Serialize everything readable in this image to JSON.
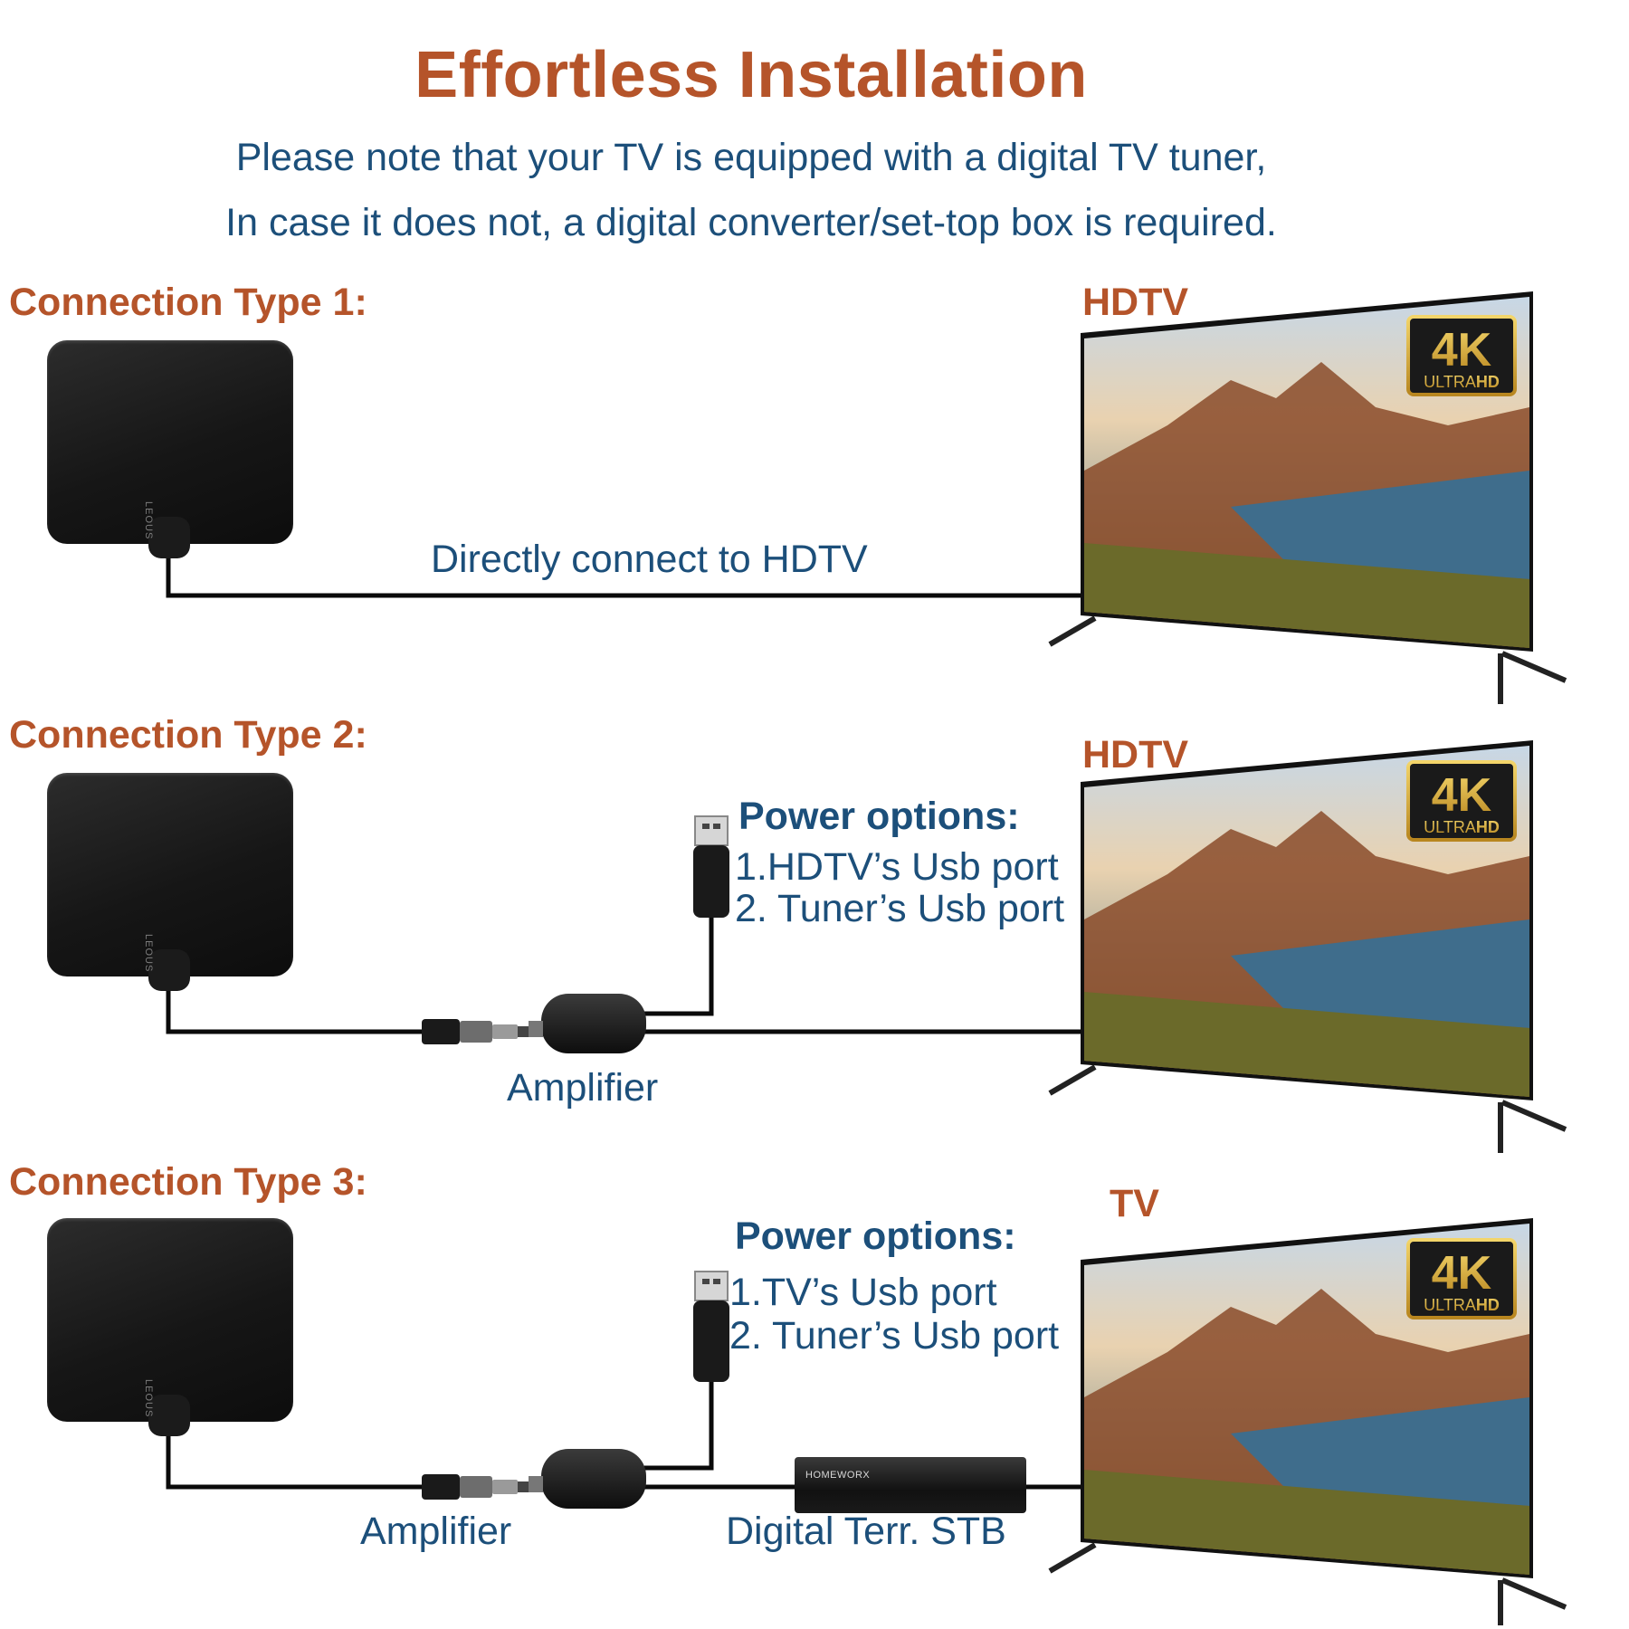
{
  "header": {
    "title": "Effortless Installation",
    "subtitle_line1": "Please note that your TV is equipped with a digital TV tuner,",
    "subtitle_line2": "In case it does not, a digital converter/set-top box is required."
  },
  "connections": [
    {
      "heading": "Connection Type 1:",
      "tv_label": "HDTV",
      "cable_label": "Directly connect to HDTV"
    },
    {
      "heading": "Connection Type 2:",
      "tv_label": "HDTV",
      "power_title": "Power options:",
      "power_option1": "1.HDTV’s Usb port",
      "power_option2": "2. Tuner’s Usb port",
      "amplifier_label": "Amplifier"
    },
    {
      "heading": "Connection Type 3:",
      "tv_label": "TV",
      "power_title": "Power options:",
      "power_option1": "1.TV’s Usb port",
      "power_option2": "2. Tuner’s Usb port",
      "amplifier_label": "Amplifier",
      "stb_label": "Digital Terr. STB",
      "stb_brand": "HOMEWORX"
    }
  ],
  "antenna_brand": "LEOUS",
  "badge": {
    "big": "4K",
    "ultra": "ULTRA",
    "hd": "HD"
  },
  "colors": {
    "heading": "#b5542a",
    "text": "#1c4f7a",
    "cable": "#0a0a0a",
    "badge_gold": "#d9b03c"
  }
}
